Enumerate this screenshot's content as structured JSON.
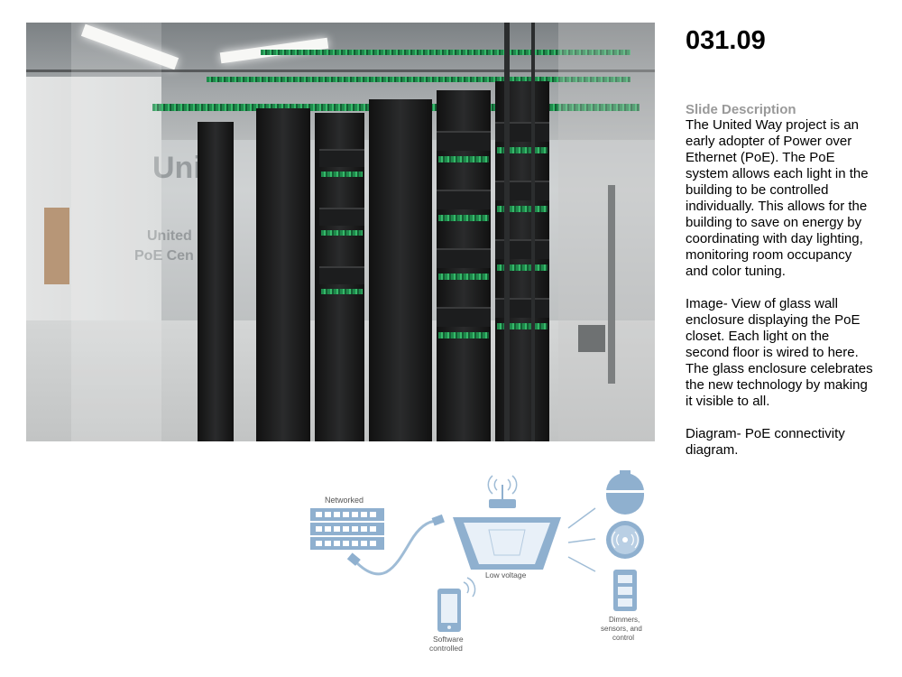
{
  "slide_number": "031.09",
  "description": {
    "heading": "Slide Description",
    "paragraphs": [
      "The United Way project is an early adopter of Power over Ethernet (PoE). The PoE system allows each light in the building to be controlled individually. This allows for the building to save on energy by coordinating  with day lighting, monitoring room occupancy and color tuning.",
      "Image- View of glass wall enclosure displaying the PoE closet. Each light on the second floor is wired to here. The glass enclosure celebrates the new technology by making it visible to all.",
      "Diagram- PoE connectivity diagram."
    ]
  },
  "photo": {
    "glass_lettering": [
      "Unit",
      "United",
      "PoE Cen"
    ]
  },
  "diagram": {
    "labels": {
      "networked": "Networked",
      "low_voltage": "Low voltage",
      "software_line1": "Software",
      "software_line2": "controlled",
      "dimmers_line1": "Dimmers,",
      "dimmers_line2": "sensors, and",
      "dimmers_line3": "control"
    },
    "icons": [
      "network-switch-icon",
      "ethernet-cable-icon",
      "wifi-router-icon",
      "light-fixture-icon",
      "smartphone-icon",
      "camera-dome-icon",
      "occupancy-sensor-icon",
      "dimmer-panel-icon"
    ],
    "colors": {
      "line": "#9fbcd6",
      "fill": "#8fb0cf",
      "light_fill": "#e8f0f8"
    }
  }
}
